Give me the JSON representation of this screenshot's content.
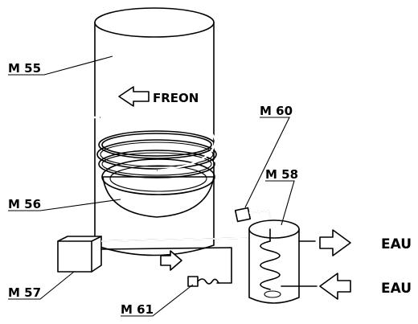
{
  "labels": {
    "m55": "M 55",
    "m56": "M 56",
    "m57": "M 57",
    "m58": "M 58",
    "m60": "M 60",
    "m61": "M 61",
    "freon": "FREON",
    "eau_out": "EAU",
    "eau_in": "EAU"
  },
  "colors": {
    "ink": "#000000",
    "background": "#ffffff"
  }
}
